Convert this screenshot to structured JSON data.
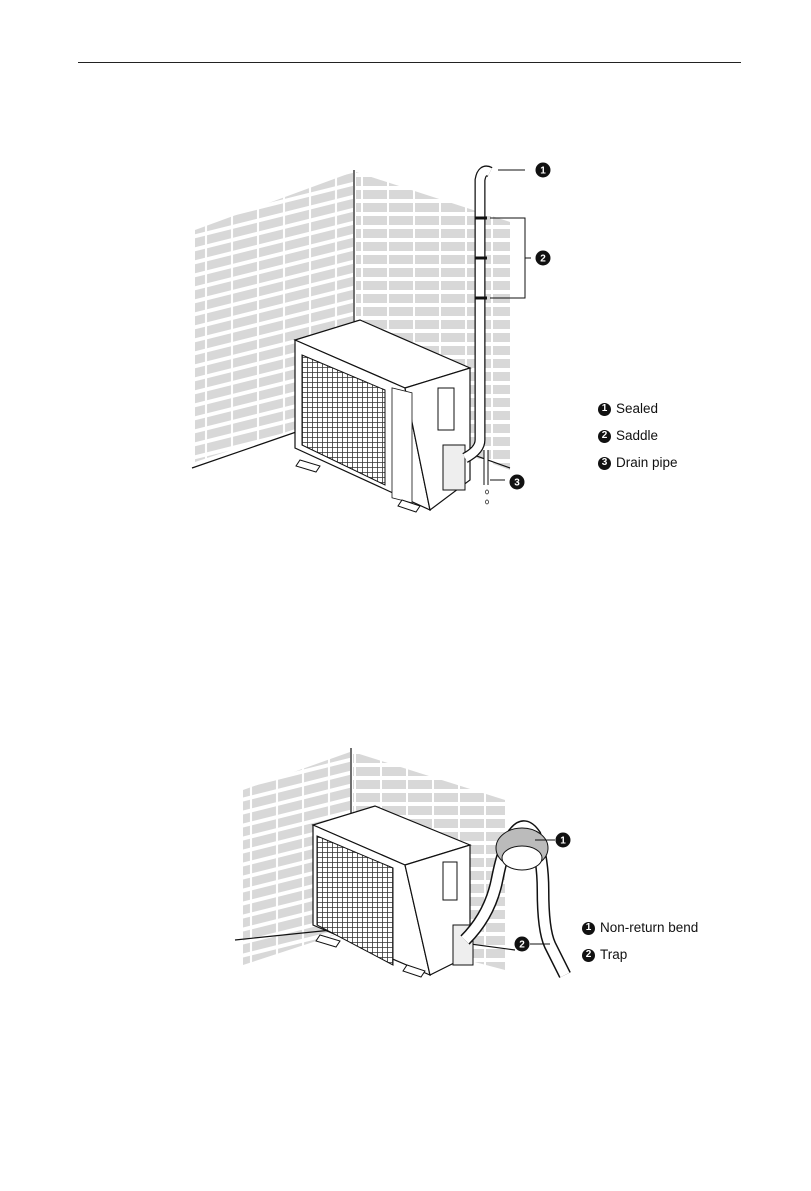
{
  "figure_top": {
    "callouts": [
      "1",
      "2",
      "3"
    ],
    "legend": [
      {
        "num": "1",
        "label": "Sealed"
      },
      {
        "num": "2",
        "label": "Saddle"
      },
      {
        "num": "3",
        "label": "Drain pipe"
      }
    ]
  },
  "figure_bottom": {
    "callouts": [
      "1",
      "2"
    ],
    "legend": [
      {
        "num": "1",
        "label": "Non-return bend"
      },
      {
        "num": "2",
        "label": "Trap"
      }
    ]
  }
}
